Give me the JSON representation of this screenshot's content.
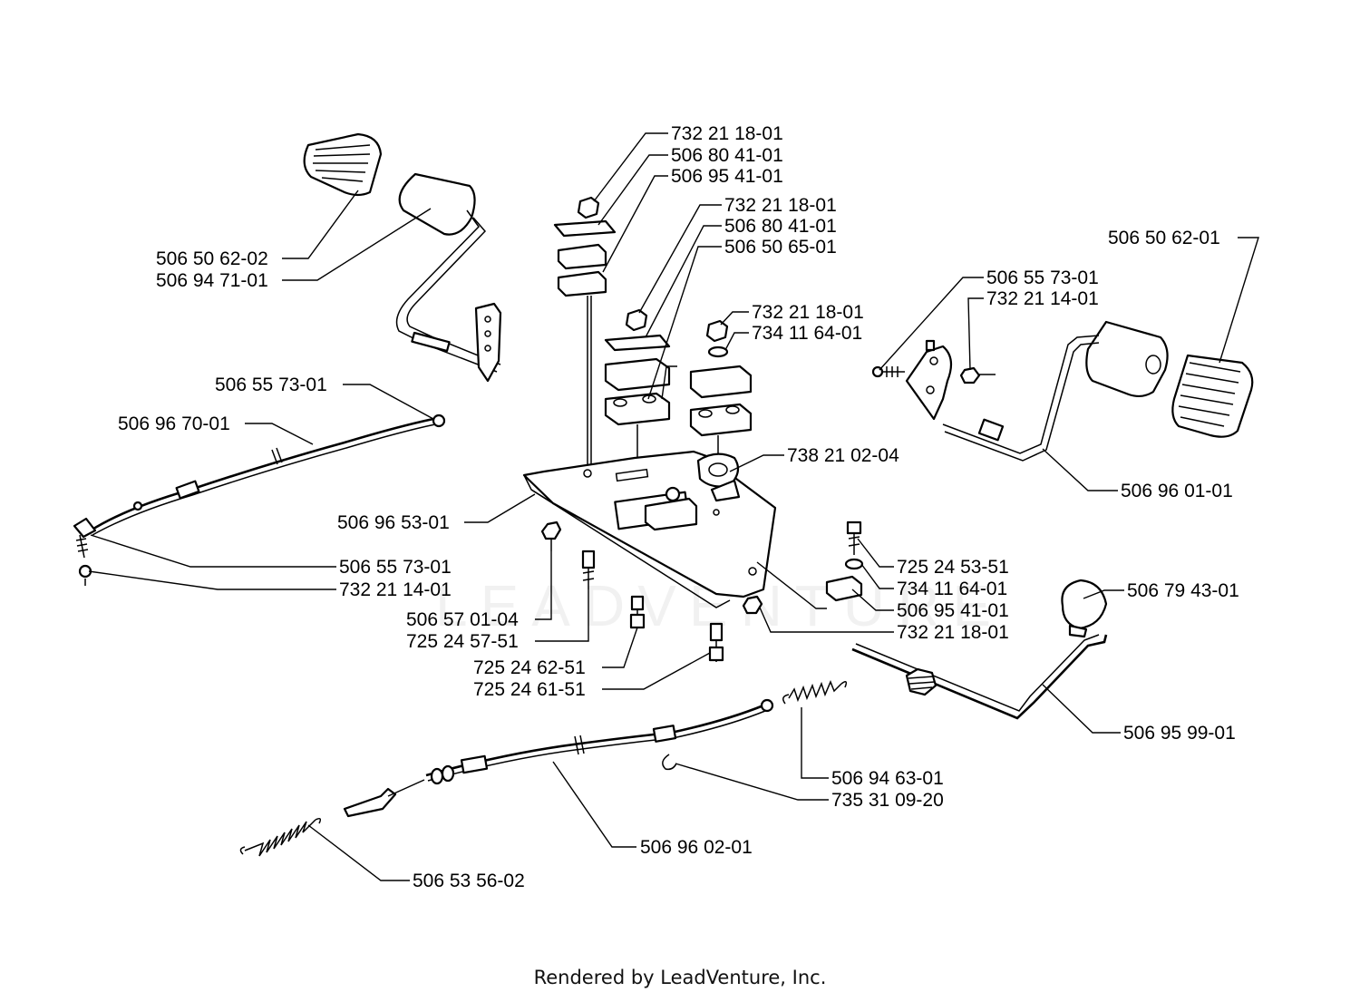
{
  "watermark": "LEADVENTURE",
  "footer": "Rendered by LeadVenture, Inc.",
  "callouts": [
    {
      "id": "c1",
      "text": "732 21 18-01"
    },
    {
      "id": "c2",
      "text": "506 80 41-01"
    },
    {
      "id": "c3",
      "text": "506 95 41-01"
    },
    {
      "id": "c4",
      "text": "732 21 18-01"
    },
    {
      "id": "c5",
      "text": "506 80 41-01"
    },
    {
      "id": "c6",
      "text": "506 50 65-01"
    },
    {
      "id": "c7",
      "text": "732 21 18-01"
    },
    {
      "id": "c8",
      "text": "734 11 64-01"
    },
    {
      "id": "c9",
      "text": "506 50 62-02"
    },
    {
      "id": "c10",
      "text": "506 94 71-01"
    },
    {
      "id": "c11",
      "text": "506 50 62-01"
    },
    {
      "id": "c12",
      "text": "506 55 73-01"
    },
    {
      "id": "c13",
      "text": "732 21 14-01"
    },
    {
      "id": "c14",
      "text": "506 55 73-01"
    },
    {
      "id": "c15",
      "text": "506 96 70-01"
    },
    {
      "id": "c16",
      "text": "738 21 02-04"
    },
    {
      "id": "c17",
      "text": "506 96 01-01"
    },
    {
      "id": "c18",
      "text": "506 96 53-01"
    },
    {
      "id": "c19",
      "text": "506 55 73-01"
    },
    {
      "id": "c20",
      "text": "732 21 14-01"
    },
    {
      "id": "c21",
      "text": "725 24 53-51"
    },
    {
      "id": "c22",
      "text": "734 11 64-01"
    },
    {
      "id": "c23",
      "text": "506 95 41-01"
    },
    {
      "id": "c24",
      "text": "732 21 18-01"
    },
    {
      "id": "c25",
      "text": "506 79 43-01"
    },
    {
      "id": "c26",
      "text": "506 57 01-04"
    },
    {
      "id": "c27",
      "text": "725 24 57-51"
    },
    {
      "id": "c28",
      "text": "725 24 62-51"
    },
    {
      "id": "c29",
      "text": "725 24 61-51"
    },
    {
      "id": "c30",
      "text": "506 95 99-01"
    },
    {
      "id": "c31",
      "text": "506 94 63-01"
    },
    {
      "id": "c32",
      "text": "735 31 09-20"
    },
    {
      "id": "c33",
      "text": "506 96 02-01"
    },
    {
      "id": "c34",
      "text": "506 53 56-02"
    }
  ]
}
